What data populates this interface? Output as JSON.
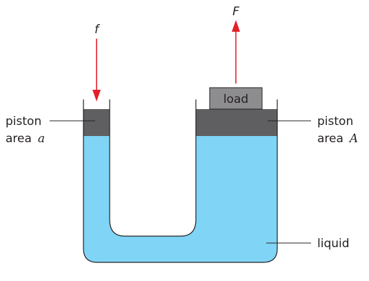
{
  "labels": {
    "small_force": "f",
    "large_force": "F",
    "load": "load",
    "left_piston_word": "piston",
    "left_area_word": "area",
    "left_area_symbol": "a",
    "right_piston_word": "piston",
    "right_area_word": "area",
    "right_area_symbol": "A",
    "liquid": "liquid"
  },
  "colors": {
    "liquid": "#80d4f5",
    "piston": "#5f5f61",
    "load": "#8d8d90",
    "arrow": "#e3202a",
    "outline": "#231f20"
  }
}
